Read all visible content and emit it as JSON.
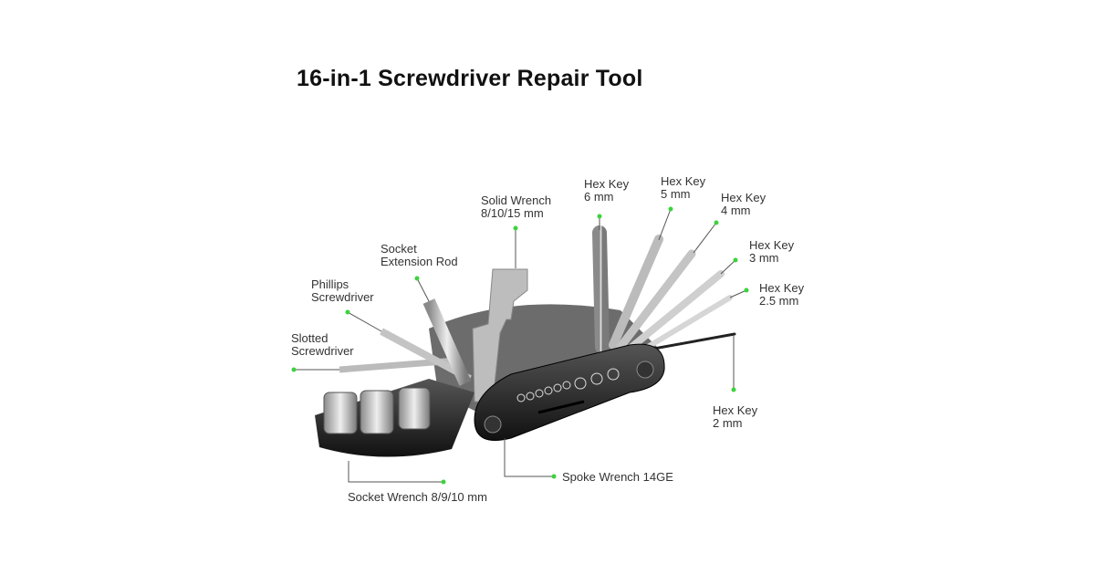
{
  "title": "16-in-1 Screwdriver Repair Tool",
  "labels": {
    "hex6": [
      "Hex Key",
      "6 mm"
    ],
    "hex5": [
      "Hex Key",
      "5 mm"
    ],
    "hex4": [
      "Hex Key",
      "4 mm"
    ],
    "hex3": [
      "Hex Key",
      "3 mm"
    ],
    "hex25": [
      "Hex Key",
      "2.5 mm"
    ],
    "hex2": [
      "Hex Key",
      "2 mm"
    ],
    "solid_wrench": [
      "Solid Wrench",
      "8/10/15 mm"
    ],
    "socket_rod": [
      "Socket",
      "Extension Rod"
    ],
    "phillips": [
      "Phillips",
      "Screwdriver"
    ],
    "slotted": [
      "Slotted",
      "Screwdriver"
    ],
    "socket_wrench": "Socket Wrench 8/9/10 mm",
    "spoke_wrench": "Spoke Wrench 14GE"
  },
  "colors": {
    "dot": "#3cd23c",
    "leader": "#555555",
    "body": "#1e1e1e",
    "steel": "#c9c9c9"
  }
}
